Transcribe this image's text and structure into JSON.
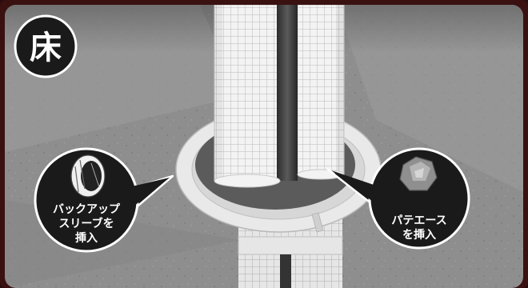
{
  "badge": {
    "label": "床"
  },
  "callout_left": {
    "line1": "バックアップ",
    "line2": "スリーブを",
    "line3": "挿入"
  },
  "callout_right": {
    "line1": "パテエース",
    "line2": "を挿入"
  },
  "colors": {
    "frame": "#3a1010",
    "floor": "#8e8e8e",
    "badge": "#1a1a1a",
    "sleeve": "#eeeeee"
  }
}
